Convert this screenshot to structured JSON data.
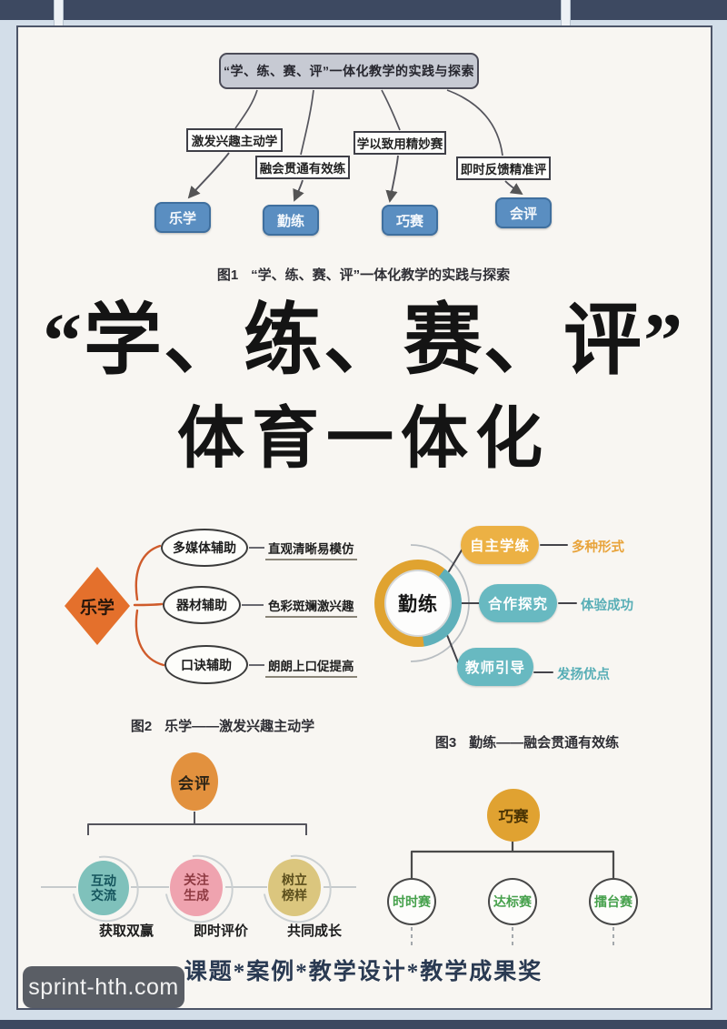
{
  "hero": {
    "line1": "“学、练、赛、评”",
    "line2": "体育一体化"
  },
  "fig1": {
    "root": "“学、练、赛、评”一体化教学的实践与探索",
    "caption_no": "图1",
    "caption": "“学、练、赛、评”一体化教学的实践与探索",
    "branch1": {
      "label": "激发兴趣主动学",
      "target": "乐学"
    },
    "branch2": {
      "label": "融会贯通有效练",
      "target": "勤练"
    },
    "branch3": {
      "label": "学以致用精妙赛",
      "target": "巧赛"
    },
    "branch4": {
      "label": "即时反馈精准评",
      "target": "会评"
    }
  },
  "fig2": {
    "root": "乐学",
    "caption_no": "图2",
    "caption": "乐学——激发兴趣主动学",
    "node1": "多媒体辅助",
    "note1": "直观清晰易模仿",
    "node2": "器材辅助",
    "note2": "色彩斑斓激兴趣",
    "node3": "口诀辅助",
    "note3": "朗朗上口促提高"
  },
  "fig3": {
    "root": "勤练",
    "caption_no": "图3",
    "caption": "勤练——融会贯通有效练",
    "node1": "自主学练",
    "note1": "多种形式",
    "node2": "合作探究",
    "note2": "体验成功",
    "node3": "教师引导",
    "note3": "发扬优点"
  },
  "fig4": {
    "root": "会评",
    "node1": "互动交流",
    "note1": "获取双赢",
    "node2": "关注生成",
    "note2": "即时评价",
    "node3": "树立榜样",
    "note3": "共同成长"
  },
  "fig5": {
    "root": "巧赛",
    "node1": "时时赛",
    "node2": "达标赛",
    "node3": "擂台赛"
  },
  "footer": {
    "caption": "课题*案例*教学设计*教学成果奖"
  },
  "watermark": {
    "label": "sprint-hth.com"
  },
  "colors": {
    "frame_band": "#3d4961",
    "frame_margin": "#d3dee9",
    "panel_bg": "#f8f6f2",
    "blue_node": "#5a8ec1",
    "orange_diamond": "#e4702c",
    "gold": "#ecb144",
    "teal": "#68b9c1",
    "pink": "#efa3af",
    "khaki": "#dbc67e",
    "orange_node": "#e2913e",
    "green_text": "#46a14c"
  }
}
